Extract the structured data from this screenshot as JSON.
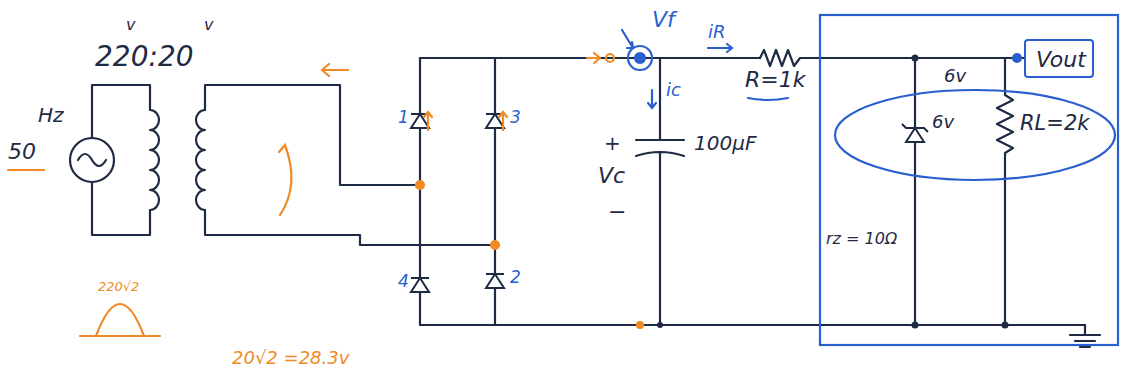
{
  "diagram": {
    "nodes": [
      {
        "text": [
          "Vout"
        ]
      }
    ],
    "labels": [
      "220:20",
      "v",
      "v",
      "Hz",
      "50",
      "220√2",
      "20√2 =28.3v",
      "1",
      "3",
      "4",
      "2",
      "Vf",
      "iR",
      "ic",
      "R=1k",
      "+",
      "Vc",
      "−",
      "100μF",
      "6v",
      "6v",
      "RL=2k",
      "rz = 10Ω"
    ]
  }
}
